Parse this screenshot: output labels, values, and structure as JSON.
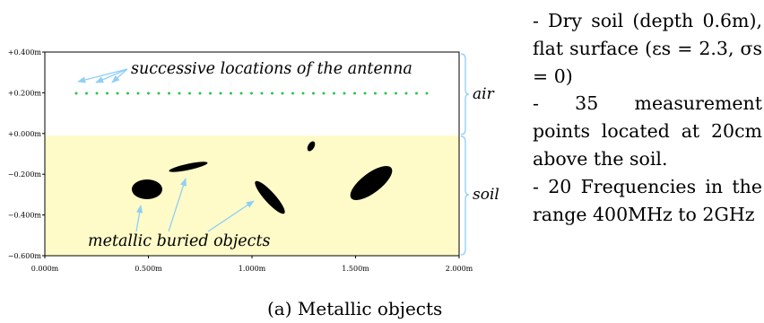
{
  "figure": {
    "y_ticks": [
      "+0.400m",
      "+0.200m",
      "+0.000m",
      "−0.200m",
      "−0.400m",
      "−0.600m"
    ],
    "x_ticks": [
      "0.000m",
      "0.500m",
      "1.000m",
      "1.500m",
      "2.000m"
    ],
    "antenna_label": "successive locations of the antenna",
    "objects_label": "metallic buried objects",
    "region_air": "air",
    "region_soil": "soil",
    "antenna_count": 35,
    "colors": {
      "soil": "#fefbc8",
      "antenna": "#2ec44a",
      "arrow": "#8fcff6",
      "object": "#000000"
    }
  },
  "side_text": [
    "- Dry soil (depth 0.6m), flat surface (εs = 2.3, σs = 0)",
    "- 35 measurement points located at 20cm above the soil.",
    "- 20 Frequencies in the range 400MHz to 2GHz"
  ],
  "caption": "(a) Metallic objects"
}
